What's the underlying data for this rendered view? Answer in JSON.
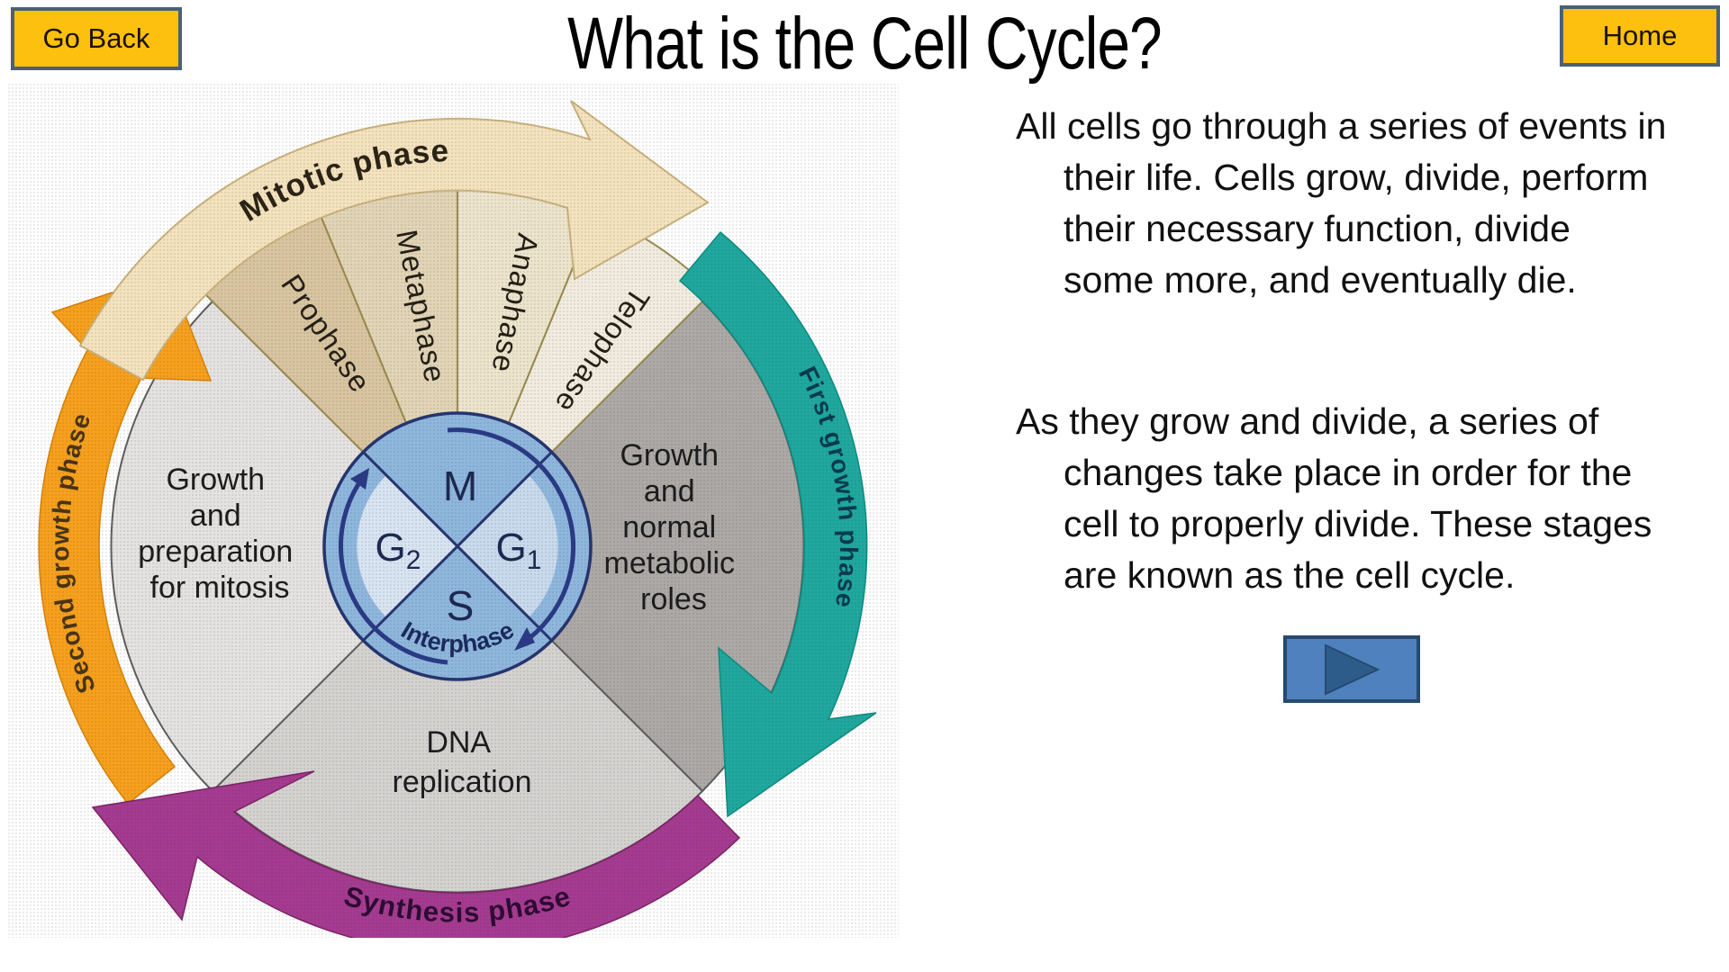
{
  "buttons": {
    "go_back": "Go Back",
    "home": "Home"
  },
  "title": "What is the Cell Cycle?",
  "body": {
    "paragraph1_lines": [
      "All cells go through a series of events in",
      "their life. Cells grow, divide, perform",
      "their necessary function, divide",
      "some more, and eventually die."
    ],
    "paragraph2_lines": [
      "As they grow and divide, a series of",
      "changes take place in order for the",
      "cell to properly divide. These stages",
      "are known as the cell cycle."
    ]
  },
  "next_button": {
    "icon": "play-triangle"
  },
  "colors": {
    "nav_button_bg": "#FEC00F",
    "nav_button_border": "#4A6076",
    "play_bg": "#4E81BD",
    "play_triangle": "#2E5C8A",
    "mitotic_band": "#F5E3BE",
    "first_growth_band": "#1FA89E",
    "synthesis_band": "#A53B90",
    "second_growth_band": "#F6A01D",
    "inner_disk": "#8FB7DE",
    "g1_fill": "#C8DAED",
    "g2_fill": "#D8E4F2",
    "quadrant_right": "#ACA9A6",
    "quadrant_bottom": "#D5D3D0",
    "quadrant_left": "#E4E3E1"
  },
  "diagram": {
    "arc_labels": {
      "mitotic": "Mitotic phase",
      "first_growth": "First growth phase",
      "synthesis": "Synthesis phase",
      "second_growth": "Second growth phase"
    },
    "stages": {
      "prophase": "Prophase",
      "metaphase": "Metaphase",
      "anaphase": "Anaphase",
      "telophase": "Telophase"
    },
    "quadrants": {
      "right_lines": [
        "Growth",
        "and",
        "normal",
        "metabolic",
        "roles"
      ],
      "left_lines": [
        "Growth",
        "and",
        "preparation",
        "for mitosis"
      ],
      "bottom_lines": [
        "DNA",
        "replication"
      ]
    },
    "inner": {
      "m": "M",
      "g2_main": "G",
      "g2_sub": "2",
      "g1_main": "G",
      "g1_sub": "1",
      "s": "S",
      "interphase": "Interphase"
    }
  }
}
